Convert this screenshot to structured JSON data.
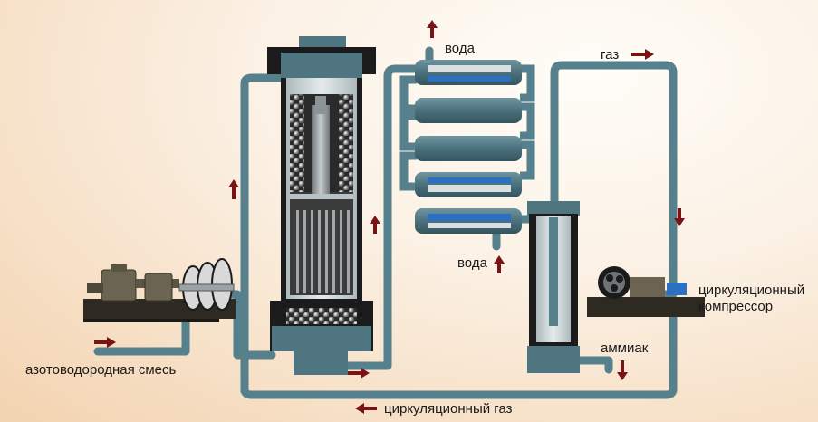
{
  "labels": {
    "water_top": "вода",
    "water_bottom": "вода",
    "gas": "газ",
    "compressor_line1": "циркуляционный",
    "compressor_line2": "компрессор",
    "ammonia": "аммиак",
    "feed": "азотоводородная смесь",
    "recycle": "циркуляционный газ"
  },
  "colors": {
    "pipe": "#55808c",
    "pipe_dark": "#3e616b",
    "shell": "#1b1b1b",
    "vessel": "#4f7580",
    "inner": "#c9d3d6",
    "arrow": "#7a1414",
    "cool_blue": "#2d6fc0",
    "machine": "#2e2a22",
    "motor": "#6b6450"
  },
  "icons": [
    "arrow-up-icon",
    "arrow-down-icon",
    "arrow-right-icon",
    "arrow-left-icon"
  ]
}
